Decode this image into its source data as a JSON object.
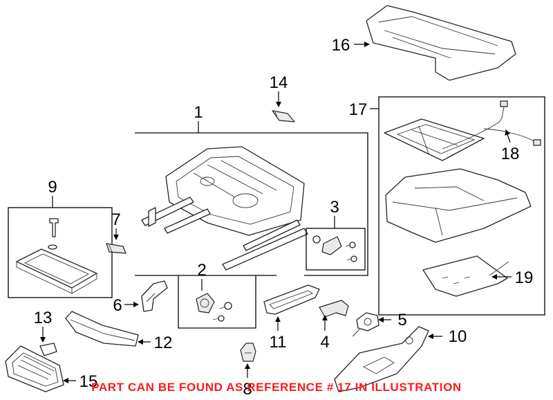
{
  "diagram": {
    "callouts": {
      "c1": "1",
      "c2": "2",
      "c3": "3",
      "c4": "4",
      "c5": "5",
      "c6": "6",
      "c7": "7",
      "c8": "8",
      "c9": "9",
      "c10": "10",
      "c11": "11",
      "c12": "12",
      "c13": "13",
      "c14": "14",
      "c15": "15",
      "c16": "16",
      "c17": "17",
      "c18": "18",
      "c19": "19"
    },
    "footer_note": "PART CAN BE FOUND AS REFERENCE # 17 IN ILLUSTRATION",
    "footer_color": "#ff1a1a"
  }
}
